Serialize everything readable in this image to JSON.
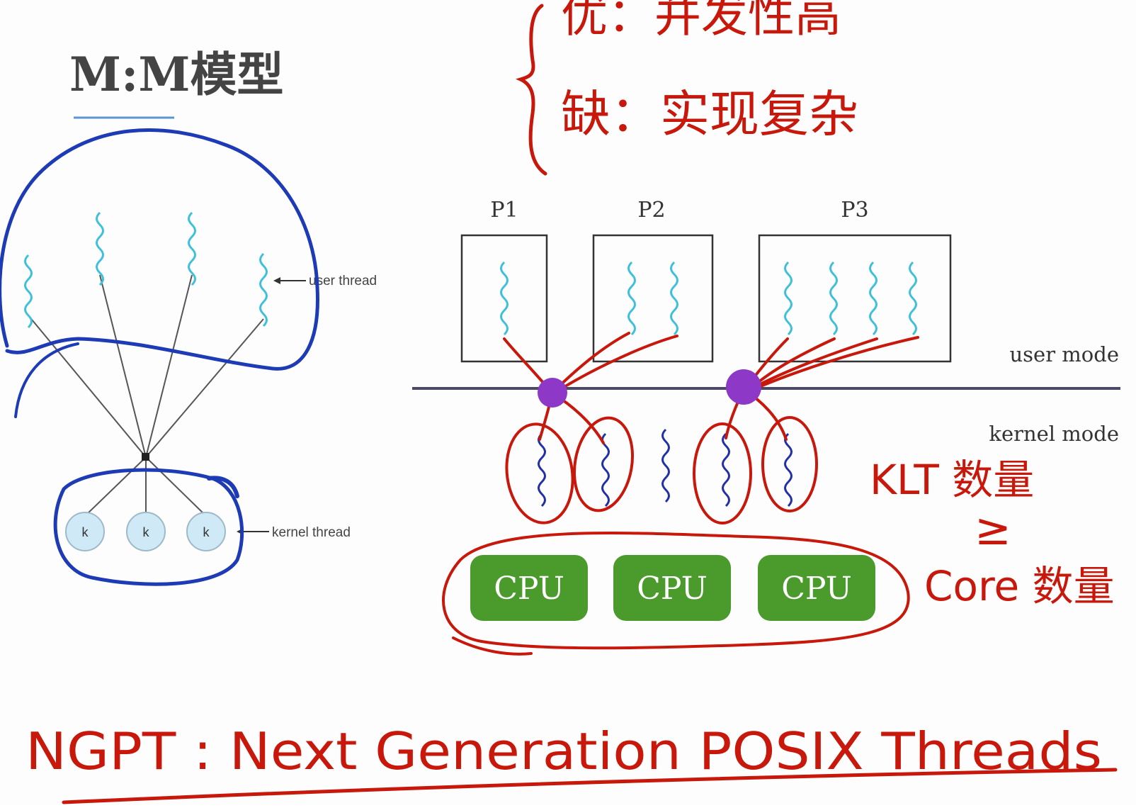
{
  "slide": {
    "title": "M:M模型"
  },
  "left_diagram": {
    "user_thread_label": "user thread",
    "kernel_thread_label": "kernel thread",
    "kernel_nodes": [
      "k",
      "k",
      "k"
    ]
  },
  "right_diagram": {
    "processes": [
      {
        "label": "P1",
        "threads": 1
      },
      {
        "label": "P2",
        "threads": 2
      },
      {
        "label": "P3",
        "threads": 4
      }
    ],
    "user_mode_label": "user mode",
    "kernel_mode_label": "kernel mode",
    "kernel_threads": 5,
    "cpus": [
      "CPU",
      "CPU",
      "CPU"
    ]
  },
  "annotations": {
    "pro_line": "优：并发性高",
    "con_line": "缺：实现复杂",
    "klt_line1": "KLT 数量",
    "klt_line2": "≥",
    "klt_line3": "Core 数量",
    "ngpt": "NGPT : Next Generation POSIX Threads"
  },
  "colors": {
    "user_thread": "#3ec0dc",
    "kernel_thread": "#2030a8",
    "pen_blue": "#1d3bb5",
    "pen_red": "#c8180c",
    "mux_dot": "#8e38c8",
    "cpu_fill": "#4a9a2c",
    "kernel_node_fill": "#cfe9f7",
    "title_underline": "#5b95d6"
  }
}
